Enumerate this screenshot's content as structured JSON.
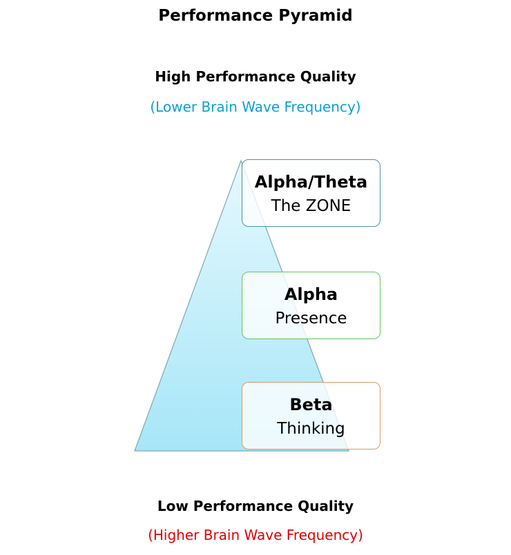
{
  "title": "Performance Pyramid",
  "top": {
    "label": "High Performance Quality",
    "sublabel": "(Lower Brain Wave Frequency)",
    "sublabel_color": "#0aa0d4"
  },
  "bottom": {
    "label": "Low Performance Quality",
    "sublabel": "(Higher Brain Wave Frequency)",
    "sublabel_color": "#e00000"
  },
  "pyramid": {
    "fill_top": "#e6f8fd",
    "fill_bottom": "#a6e6f8",
    "stroke": "#7fa7ad"
  },
  "levels": [
    {
      "name": "Alpha/Theta",
      "description": "The ZONE",
      "border_color": "#4a93a8"
    },
    {
      "name": "Alpha",
      "description": "Presence",
      "border_color": "#5cc85c"
    },
    {
      "name": "Beta",
      "description": "Thinking",
      "border_color": "#d79a64"
    }
  ]
}
